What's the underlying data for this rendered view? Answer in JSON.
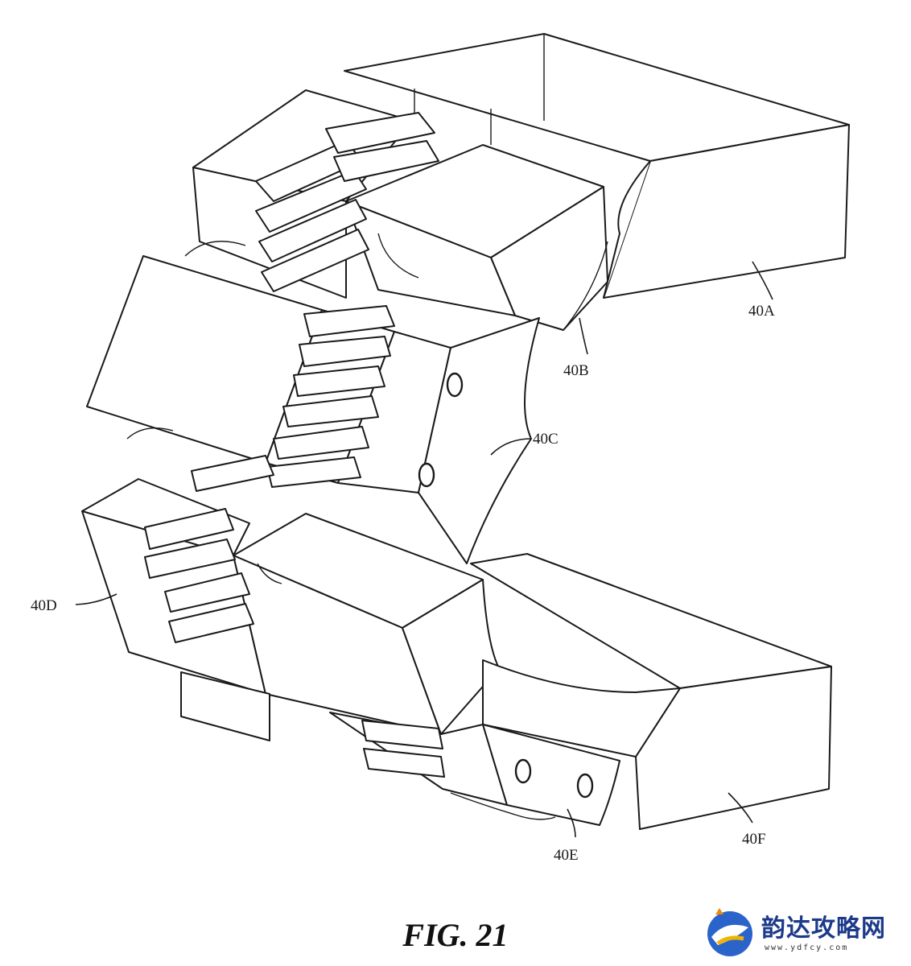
{
  "figure": {
    "caption": "FIG. 21",
    "labels": {
      "a": "40A",
      "b": "40B",
      "c": "40C",
      "d": "40D",
      "e": "40E",
      "f": "40F"
    }
  },
  "watermark": {
    "text": "韵达攻略网",
    "url": "www.ydfcy.com"
  }
}
